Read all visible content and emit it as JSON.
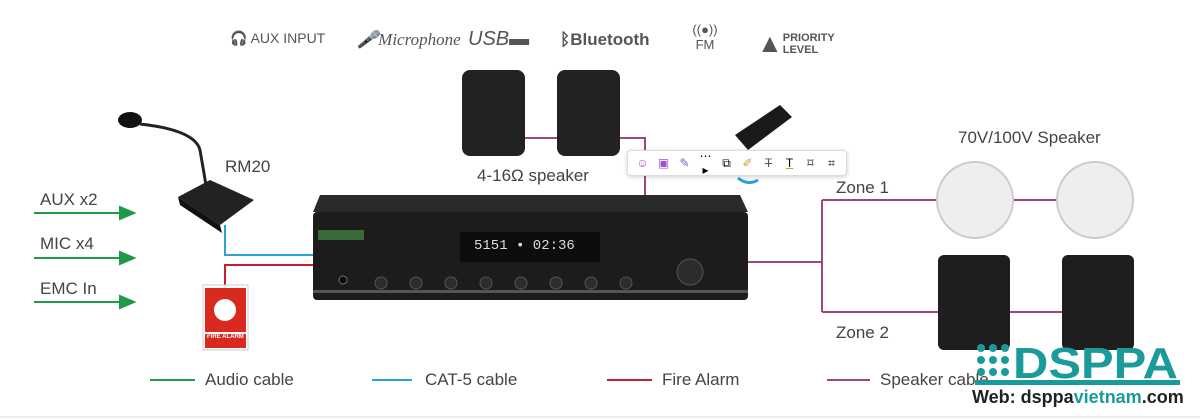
{
  "features": [
    {
      "icon": "aux-jack-icon",
      "label": "AUX INPUT"
    },
    {
      "icon": "microphone-icon",
      "label": "Microphone"
    },
    {
      "icon": "usb-icon",
      "label": "USB"
    },
    {
      "icon": "bluetooth-icon",
      "label": "Bluetooth"
    },
    {
      "icon": "fm-radio-icon",
      "label": "FM"
    },
    {
      "icon": "priority-pyramid-icon",
      "label": "PRIORITY LEVEL"
    }
  ],
  "devices": {
    "paging_mic": "RM20",
    "low_impedance_speaker": "4-16Ω speaker",
    "line_speaker": "70V/100V Speaker",
    "zone1": "Zone 1",
    "zone2": "Zone 2",
    "fire_alarm": "FIRE ALARM",
    "amp_display": "5151 • 02:36"
  },
  "inputs": [
    "AUX  x2",
    "MIC  x4",
    "EMC In"
  ],
  "legend": [
    {
      "label": "Audio cable",
      "color": "#1e9a4a"
    },
    {
      "label": "CAT-5  cable",
      "color": "#2aa3d8"
    },
    {
      "label": "Fire Alarm",
      "color": "#c8202a"
    },
    {
      "label": "Speaker cable",
      "color": "#a0457f"
    }
  ],
  "brand": {
    "logo": "DSPPA",
    "web_prefix": "Web: dsppa",
    "web_accent": "vietnam",
    "web_suffix": ".com",
    "color": "#1a9a98"
  },
  "toolbar": {
    "icons": [
      "copilot-icon",
      "reader-icon",
      "draw-icon",
      "more-icon",
      "copy-icon",
      "highlight-icon",
      "strikethrough-icon",
      "underline-icon",
      "bookmark-icon",
      "select-text-icon"
    ]
  }
}
